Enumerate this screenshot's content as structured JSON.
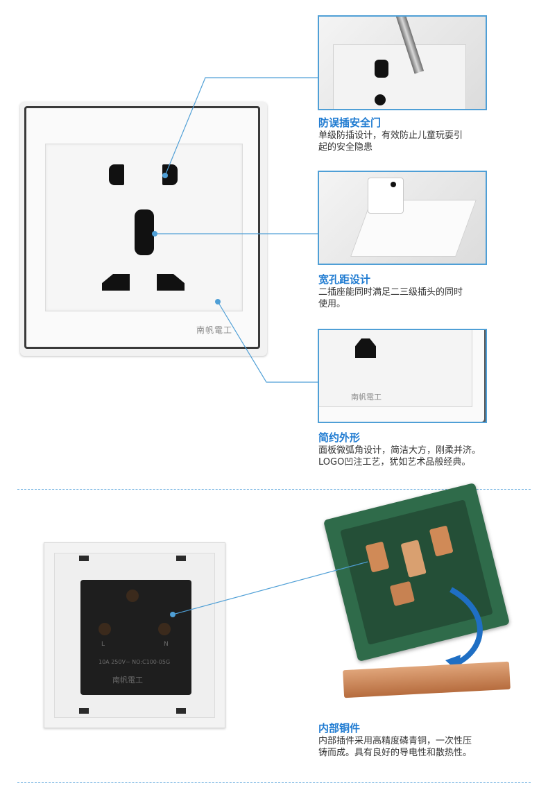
{
  "brand": "南帆電工",
  "features": [
    {
      "title": "防误插安全门",
      "desc_lines": [
        "单级防插设计，有效防止儿童玩耍引",
        "起的安全隐患"
      ]
    },
    {
      "title": "宽孔距设计",
      "desc_lines": [
        "二插座能同时满足二三级插头的同时",
        "使用。"
      ]
    },
    {
      "title": "简约外形",
      "desc_lines": [
        "面板微弧角设计，简洁大方，刚柔并济。",
        "LOGO凹注工艺，犹如艺术品般经典。"
      ]
    },
    {
      "title": "内部铜件",
      "desc_lines": [
        "内部插件采用高精度磷青铜，一次性压",
        "铸而成。具有良好的导电性和散热性。"
      ]
    }
  ],
  "back_labels": {
    "rating": "10A 250V~ NO:C100-05G",
    "l": "L",
    "n": "N"
  },
  "colors": {
    "accent": "#1f7bd1",
    "callout_line": "#4f9fd6",
    "body_text": "#333333",
    "housing": "#2f6b4a",
    "copper": "#d08a57"
  }
}
